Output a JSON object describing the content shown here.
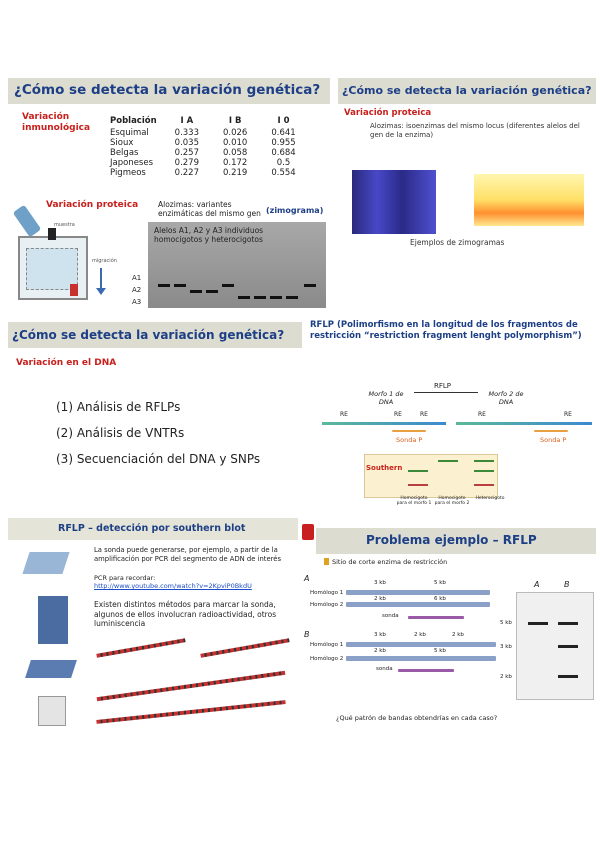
{
  "slide1": {
    "title": "¿Cómo se detecta la variación genética?",
    "immuno_label": "Variación inmunológica",
    "table": {
      "headers": [
        "Población",
        "I A",
        "I B",
        "I 0"
      ],
      "rows": [
        [
          "Esquimal",
          "0.333",
          "0.026",
          "0.641"
        ],
        [
          "Sioux",
          "0.035",
          "0.010",
          "0.955"
        ],
        [
          "Belgas",
          "0.257",
          "0.058",
          "0.684"
        ],
        [
          "Japoneses",
          "0.279",
          "0.172",
          "0.5"
        ],
        [
          "Pigmeos",
          "0.227",
          "0.219",
          "0.554"
        ]
      ]
    },
    "protein_label": "Variación proteica",
    "aloz_text": "Alozimas: variantes enzimáticas del mismo gen",
    "zimograma": "(zimograma)",
    "gel_note": "Alelos A1, A2 y A3 individuos homocigotos y heterocigotos",
    "allele_labels": [
      "A1",
      "A2",
      "A3"
    ],
    "apparatus_labels": [
      "muestra",
      "migración"
    ]
  },
  "slide2": {
    "title": "¿Cómo se detecta la variación genética?",
    "protein_label": "Variación proteica",
    "aloz_text": "Alozimas: isoenzimas del mismo locus (diferentes alelos del gen de la enzima)",
    "caption": "Ejemplos de zimogramas"
  },
  "slide3": {
    "title": "¿Cómo se detecta la variación genética?",
    "subtitle": "Variación en el DNA",
    "items": [
      "(1) Análisis de RFLPs",
      "(2) Análisis de VNTRs",
      "(3) Secuenciación del DNA y SNPs"
    ]
  },
  "slide4": {
    "title": "RFLP (Polimorfismo en la longitud de los fragmentos de restricción “restriction fragment lenght polymorphism”)",
    "center_label": "RFLP",
    "morph1": "Morfo 1 de DNA",
    "morph2": "Morfo 2 de DNA",
    "re": "RE",
    "sonda": "Sonda P",
    "southern": "Southern",
    "lane_labels": [
      "Homocigoto para el morfo 1",
      "Homocigoto para el morfo 2",
      "Heterocigoto"
    ]
  },
  "slide5": {
    "title": "RFLP – detección por southern blot",
    "para1": "La sonda puede generarse, por ejemplo, a partir de la amplificación por PCR del segmento de ADN de interés",
    "pcr_label": "PCR para recordar:",
    "link": "http://www.youtube.com/watch?v=2KpviP0BkdU",
    "para2": "Existen distintos métodos para marcar la sonda, algunos de ellos involucran radioactividad, otros luminiscencia"
  },
  "slide6": {
    "title": "Problema ejemplo – RFLP",
    "legend": "Sitio de corte enzima de restricción",
    "label_a": "A",
    "label_b": "B",
    "homologs": [
      "Homólogo 1",
      "Homólogo 2"
    ],
    "sizes_a": [
      "3 kb",
      "5 kb",
      "2 kb",
      "6 kb"
    ],
    "sizes_b": [
      "3 kb",
      "2 kb",
      "2 kb",
      "2 kb",
      "5 kb"
    ],
    "sonda": "sonda",
    "gel_headers": [
      "A",
      "B"
    ],
    "gel_sizes": [
      "5 kb",
      "3 kb",
      "2 kb"
    ],
    "question": "¿Qué patrón de bandas obtendrías en cada caso?"
  }
}
